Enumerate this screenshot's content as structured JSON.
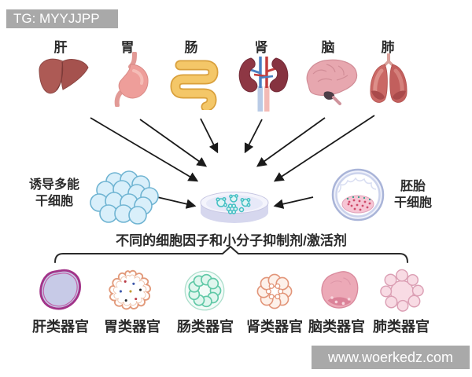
{
  "watermarks": {
    "top": "TG: MYYJJPP",
    "bottom": "www.woerkedz.com"
  },
  "organs": [
    {
      "label": "肝",
      "icon": "liver-icon"
    },
    {
      "label": "胃",
      "icon": "stomach-icon"
    },
    {
      "label": "肠",
      "icon": "intestine-icon"
    },
    {
      "label": "肾",
      "icon": "kidney-icon"
    },
    {
      "label": "脑",
      "icon": "brain-icon"
    },
    {
      "label": "肺",
      "icon": "lung-icon"
    }
  ],
  "stem_cells": {
    "ipsc": {
      "line1": "诱导多能",
      "line2": "干细胞"
    },
    "esc": {
      "line1": "胚胎",
      "line2": "干细胞"
    }
  },
  "caption": "不同的细胞因子和小分子抑制剂/激活剂",
  "organoids": [
    {
      "label": "肝类器官",
      "icon": "liver-organoid-icon"
    },
    {
      "label": "胃类器官",
      "icon": "stomach-organoid-icon"
    },
    {
      "label": "肠类器官",
      "icon": "intestine-organoid-icon"
    },
    {
      "label": "肾类器官",
      "icon": "kidney-organoid-icon"
    },
    {
      "label": "脑类器官",
      "icon": "brain-organoid-icon"
    },
    {
      "label": "肺类器官",
      "icon": "lung-organoid-icon"
    }
  ],
  "colors": {
    "watermark_bg": "#a9a9a9",
    "watermark_text": "#ffffff",
    "arrow": "#1a1a1a",
    "label_text": "#2b2b2b",
    "liver": "#ad5a55",
    "stomach": "#ee9e9a",
    "intestine": "#f4c768",
    "kidney": "#8e3744",
    "brain": "#e7a7af",
    "lung": "#ca6865",
    "ipsc_cell_fill": "#d9effa",
    "ipsc_cell_stroke": "#6fb4d2",
    "dish_fill": "#e7e9f8",
    "dish_cell": "#43bfc3",
    "blastocyst_ring": "#a9b4d8",
    "blastocyst_mass": "#f6c5d4",
    "organoid_liver": "#a23489",
    "organoid_stomach": "#e29a7b",
    "organoid_intestine": "#5fc8a6",
    "organoid_kidney": "#e29579",
    "organoid_brain": "#eca9b7",
    "organoid_lung": "#db9fb4"
  }
}
